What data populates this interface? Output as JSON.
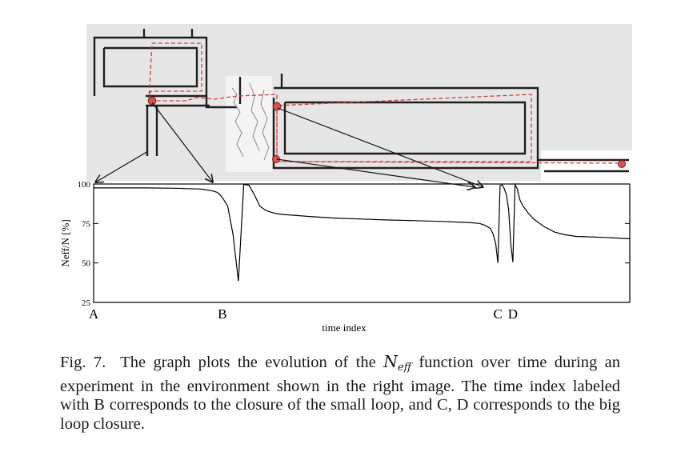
{
  "map": {
    "background": "#e6e6e6",
    "wall_color": "#1f1f1f",
    "path_color": "#d93a3a"
  },
  "chart_data": {
    "type": "line",
    "ylabel": "Neff/N [%]",
    "xlabel": "time index",
    "ylim": [
      25,
      100
    ],
    "yticks": [
      25,
      50,
      75,
      100
    ],
    "xlim": [
      0,
      100
    ],
    "x": [
      0,
      10,
      15,
      20,
      22,
      23,
      23.5,
      24,
      25,
      26,
      27,
      28,
      29,
      30,
      31,
      32,
      33,
      34,
      35,
      40,
      45,
      50,
      55,
      60,
      65,
      70,
      72,
      73,
      74,
      74.5,
      75,
      75.4,
      75.8,
      76.2,
      76.6,
      77,
      77.4,
      77.8,
      78.2,
      78.6,
      79,
      79.5,
      80,
      81,
      82,
      84,
      86,
      88,
      90,
      95,
      100
    ],
    "series": [
      {
        "values": [
          97.5,
          97.5,
          97.3,
          96.8,
          95.8,
          94.8,
          93.5,
          91.5,
          86.0,
          68.0,
          38.5,
          99.8,
          99.2,
          93.0,
          86.0,
          83.5,
          82.2,
          81.3,
          80.8,
          79.5,
          78.4,
          77.8,
          77.2,
          76.8,
          76.3,
          75.6,
          75.0,
          73.8,
          71.8,
          68.5,
          62.0,
          50.0,
          99.0,
          99.5,
          97.0,
          93.0,
          84.0,
          62.0,
          50.5,
          99.5,
          97.0,
          90.0,
          86.5,
          81.8,
          78.0,
          73.0,
          69.5,
          67.8,
          66.8,
          66.2,
          65.3
        ]
      }
    ],
    "events": [
      {
        "label": "A",
        "x": 0
      },
      {
        "label": "B",
        "x": 24
      },
      {
        "label": "C",
        "x": 75.4
      },
      {
        "label": "D",
        "x": 78.2
      }
    ]
  },
  "caption": {
    "fig_label": "Fig. 7.",
    "before_math": "The graph plots the evolution of the ",
    "math_base": "N",
    "math_sub": "eff",
    "after_math": " function over time during an experiment in the environment shown in the right image. The time index labeled with B corresponds to the closure of the small loop, and C, D corresponds to the big loop closure."
  }
}
